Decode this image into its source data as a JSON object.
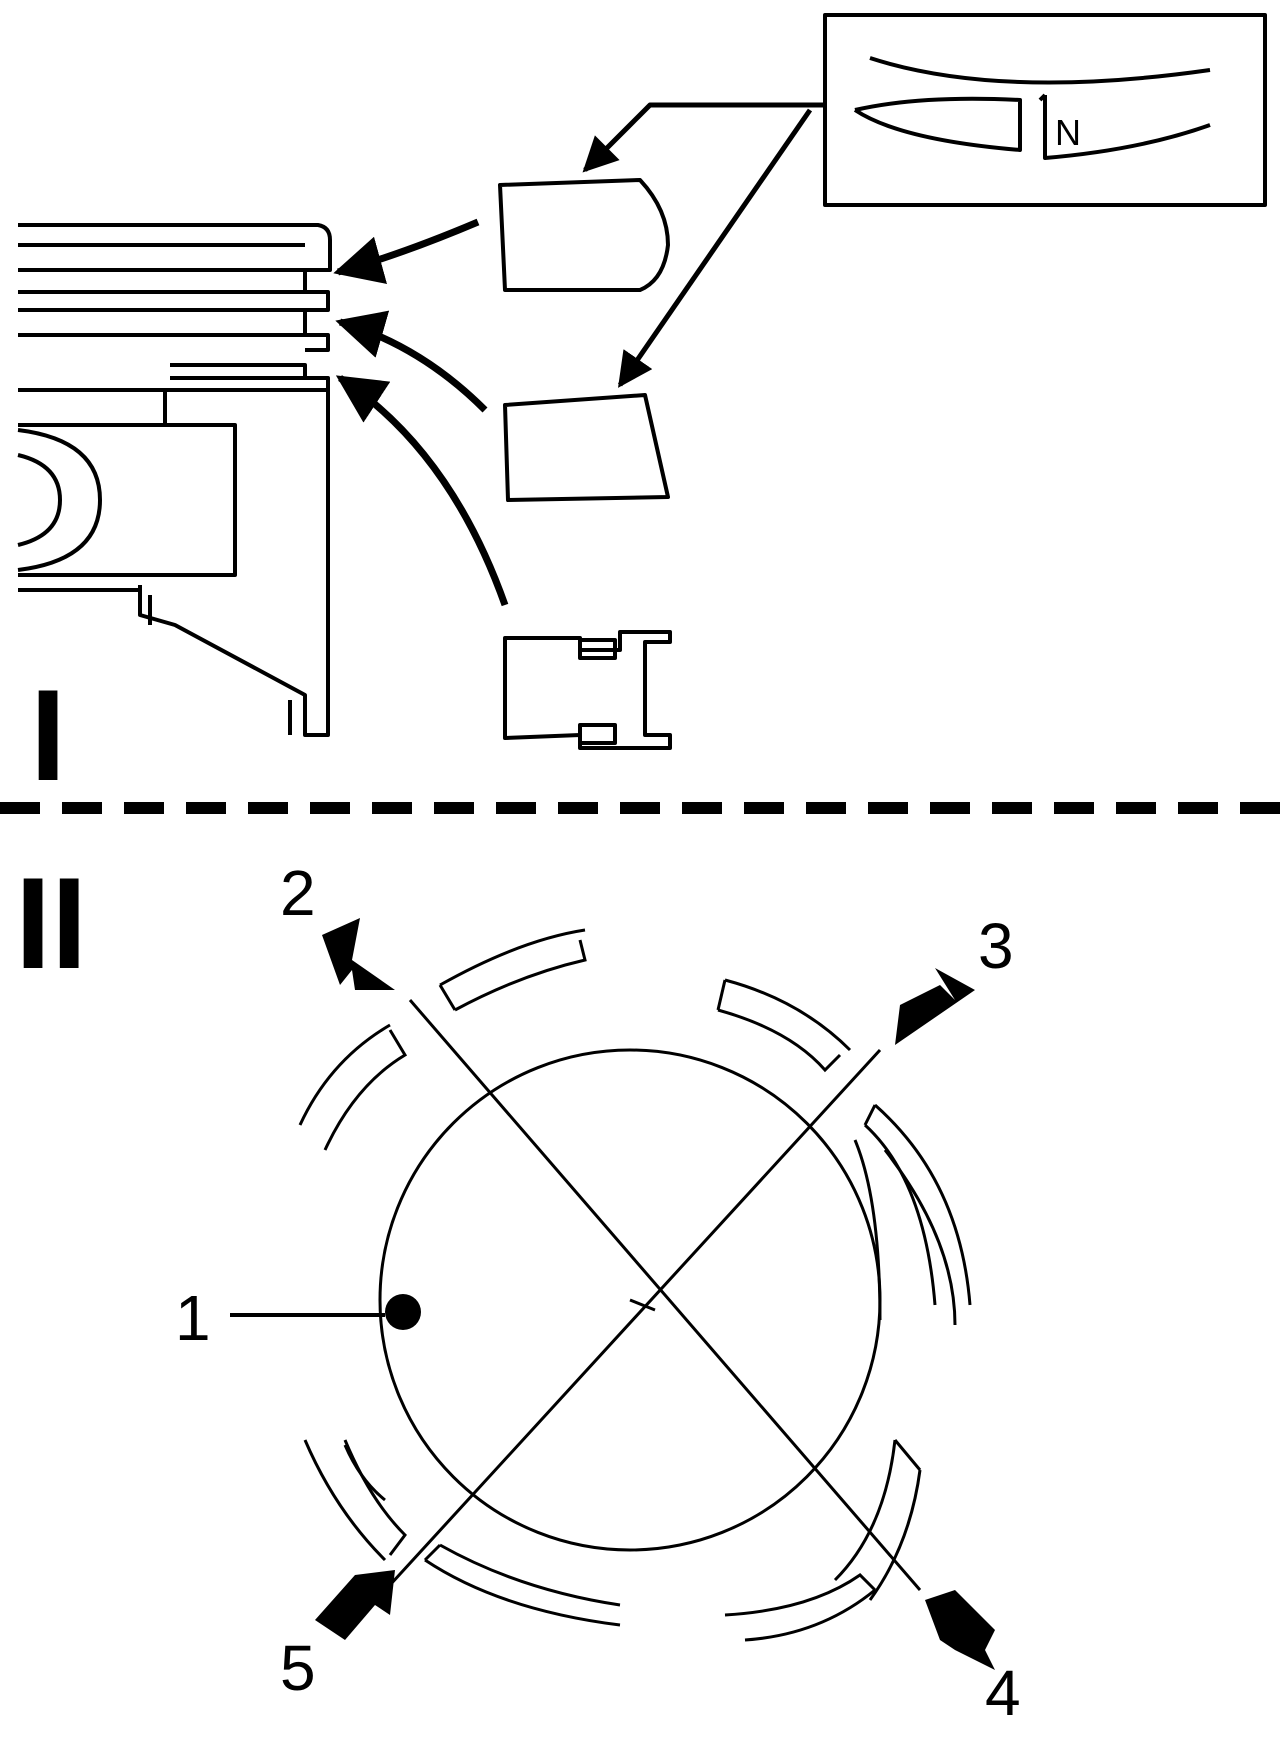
{
  "section_one": {
    "roman_numeral": "I"
  },
  "section_two": {
    "roman_numeral": "II"
  },
  "inset": {
    "marking_letter": "N"
  },
  "callouts": {
    "label_1": "1",
    "label_2": "2",
    "label_3": "3",
    "label_4": "4",
    "label_5": "5"
  },
  "colors": {
    "ink": "#000000",
    "paper": "#ffffff"
  }
}
